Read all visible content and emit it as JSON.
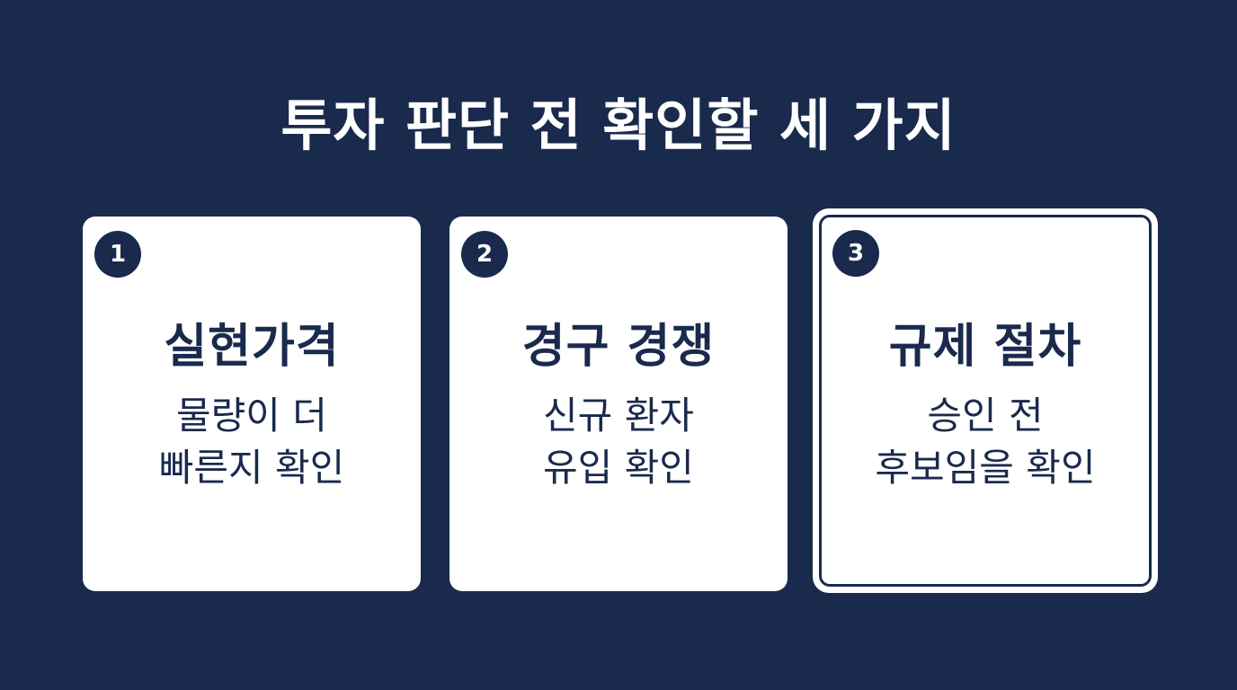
{
  "title": "투자 판단 전 확인할 세 가지",
  "cards": [
    {
      "number": "1",
      "heading": "실현가격",
      "lines": [
        "물량이 더",
        "빠른지 확인"
      ]
    },
    {
      "number": "2",
      "heading": "경구 경쟁",
      "lines": [
        "신규 환자",
        "유입 확인"
      ]
    },
    {
      "number": "3",
      "heading": "규제 절차",
      "lines": [
        "승인 전",
        "후보임을 확인"
      ]
    }
  ],
  "colors": {
    "background": "#1a2a4d",
    "card": "#ffffff",
    "text_dark": "#1a2a4d",
    "text_light": "#ffffff"
  }
}
